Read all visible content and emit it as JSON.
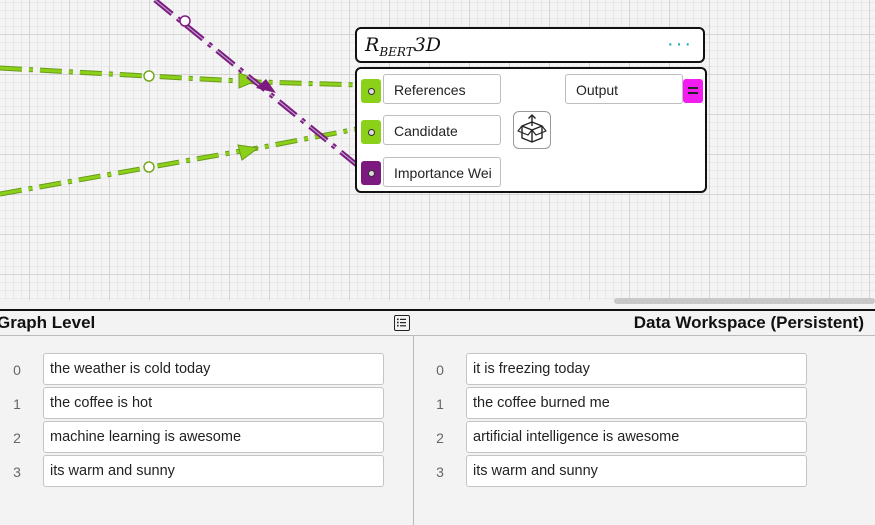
{
  "node": {
    "title_main": "R",
    "title_sub": "BERT",
    "title_suffix": "3D",
    "menu_label": "···",
    "inputs": [
      {
        "label": "References",
        "port_color": "#8bd11a"
      },
      {
        "label": "Candidate",
        "port_color": "#8bd11a"
      },
      {
        "label": "Importance Wei",
        "port_color": "#7d1a80"
      }
    ],
    "output": {
      "label": "Output",
      "port_color": "#f21cf0"
    },
    "package_icon": "box-upload-icon"
  },
  "wire_colors": {
    "text_list": "#8bd11a",
    "weights": "#7d1a80"
  },
  "panel": {
    "left_title": "Graph Level",
    "right_title": "Data Workspace (Persistent)",
    "center_icon": "list-icon",
    "left_rows": [
      {
        "index": "0",
        "text": "the weather is cold today"
      },
      {
        "index": "1",
        "text": "the coffee is hot"
      },
      {
        "index": "2",
        "text": "machine learning is awesome"
      },
      {
        "index": "3",
        "text": "its warm and sunny"
      }
    ],
    "right_rows": [
      {
        "index": "0",
        "text": "it is freezing today"
      },
      {
        "index": "1",
        "text": "the coffee burned me"
      },
      {
        "index": "2",
        "text": "artificial intelligence is awesome"
      },
      {
        "index": "3",
        "text": "its warm and sunny"
      }
    ]
  }
}
